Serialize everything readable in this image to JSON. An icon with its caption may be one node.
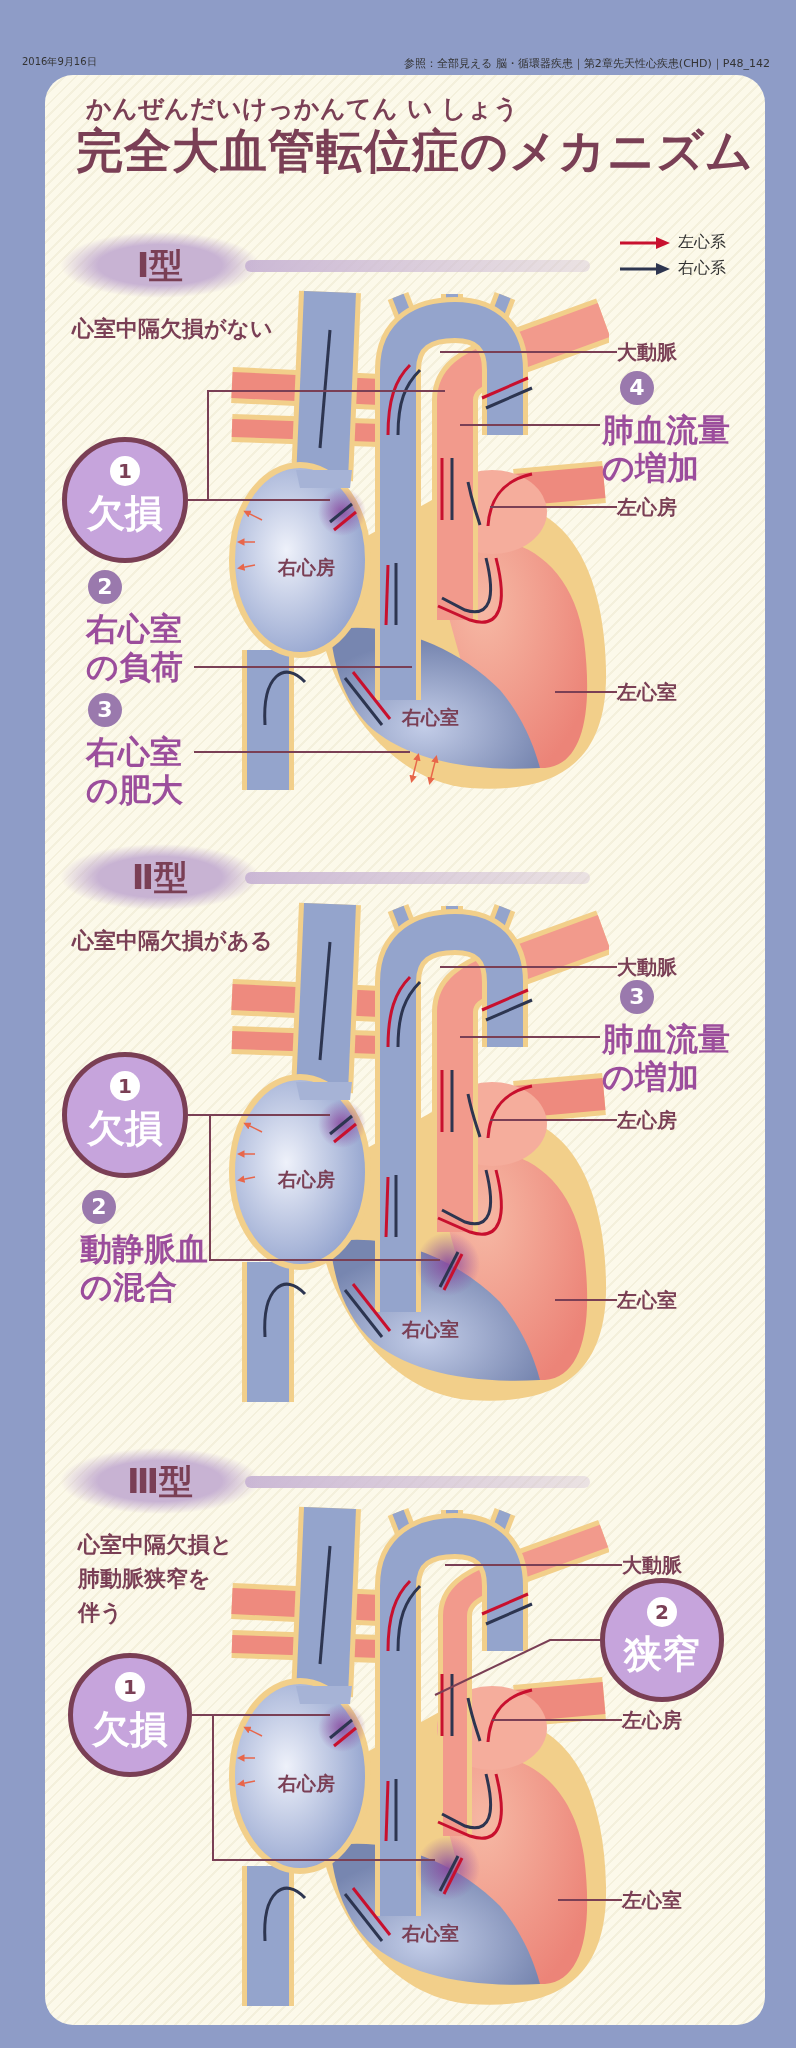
{
  "diagram": {
    "title": "完全大血管転位症のメカニズム",
    "nodes": [
      {
        "text": [
          "Ⅰ型"
        ]
      },
      {
        "text": [
          "右心房",
          "右心室"
        ]
      },
      {
        "text": [
          "大動脈"
        ]
      },
      {
        "text": [
          "4",
          "肺血流量の増加"
        ]
      },
      {
        "text": [
          "1",
          "欠損"
        ]
      },
      {
        "text": [
          "左心房"
        ]
      },
      {
        "text": [
          "2",
          "右心室の負荷"
        ]
      },
      {
        "text": [
          "左心室"
        ]
      },
      {
        "text": [
          "3",
          "右心室の肥大"
        ]
      },
      {
        "text": [
          "Ⅱ型"
        ]
      },
      {
        "text": [
          "右心房",
          "右心室"
        ]
      },
      {
        "text": [
          "大動脈"
        ]
      },
      {
        "text": [
          "3",
          "肺血流量の増加"
        ]
      },
      {
        "text": [
          "1",
          "欠損"
        ]
      },
      {
        "text": [
          "左心房"
        ]
      },
      {
        "text": [
          "2",
          "動静脈血の混合"
        ]
      },
      {
        "text": [
          "左心室"
        ]
      },
      {
        "text": [
          "Ⅲ型"
        ]
      },
      {
        "text": [
          "右心房",
          "右心室"
        ]
      },
      {
        "text": [
          "大動脈"
        ]
      },
      {
        "text": [
          "2",
          "狭窄"
        ]
      },
      {
        "text": [
          "1",
          "欠損"
        ]
      },
      {
        "text": [
          "左心房"
        ]
      },
      {
        "text": [
          "左心室"
        ]
      }
    ],
    "edges": [
      {
        "from": 2,
        "to": 1,
        "arrow": "none"
      },
      {
        "from": 3,
        "to": 1,
        "arrow": "none"
      },
      {
        "from": 4,
        "to": 1,
        "arrow": "none"
      },
      {
        "from": 4,
        "to": 1,
        "arrow": "none"
      },
      {
        "from": 5,
        "to": 1,
        "arrow": "none"
      },
      {
        "from": 6,
        "to": 1,
        "arrow": "none"
      },
      {
        "from": 7,
        "to": 1,
        "arrow": "none"
      },
      {
        "from": 8,
        "to": 1,
        "arrow": "none"
      },
      {
        "from": 11,
        "to": 10,
        "arrow": "none"
      },
      {
        "from": 12,
        "to": 10,
        "arrow": "none"
      },
      {
        "from": 13,
        "to": 10,
        "arrow": "none"
      },
      {
        "from": 13,
        "to": 10,
        "arrow": "none"
      },
      {
        "from": 14,
        "to": 10,
        "arrow": "none"
      },
      {
        "from": 16,
        "to": 10,
        "arrow": "none"
      },
      {
        "from": 19,
        "to": 18,
        "arrow": "none"
      },
      {
        "from": 20,
        "to": 18,
        "arrow": "none"
      },
      {
        "from": 21,
        "to": 18,
        "arrow": "none"
      },
      {
        "from": 21,
        "to": 18,
        "arrow": "none"
      },
      {
        "from": 22,
        "to": 18,
        "arrow": "none"
      },
      {
        "from": 23,
        "to": 18,
        "arrow": "none"
      }
    ],
    "labels": [
      "2016年9月16日",
      "参照：全部見える 脳・循環器疾患｜第2章先天性心疾患(CHD)｜P48_142",
      "かんぜんだいけっかんてん い しょう",
      "心室中隔欠損がない",
      "心室中隔欠損がある",
      "心室中隔欠損と肺動脈狭窄を伴う"
    ],
    "legend": [
      {
        "text": "左心系"
      },
      {
        "text": "右心系"
      }
    ]
  }
}
